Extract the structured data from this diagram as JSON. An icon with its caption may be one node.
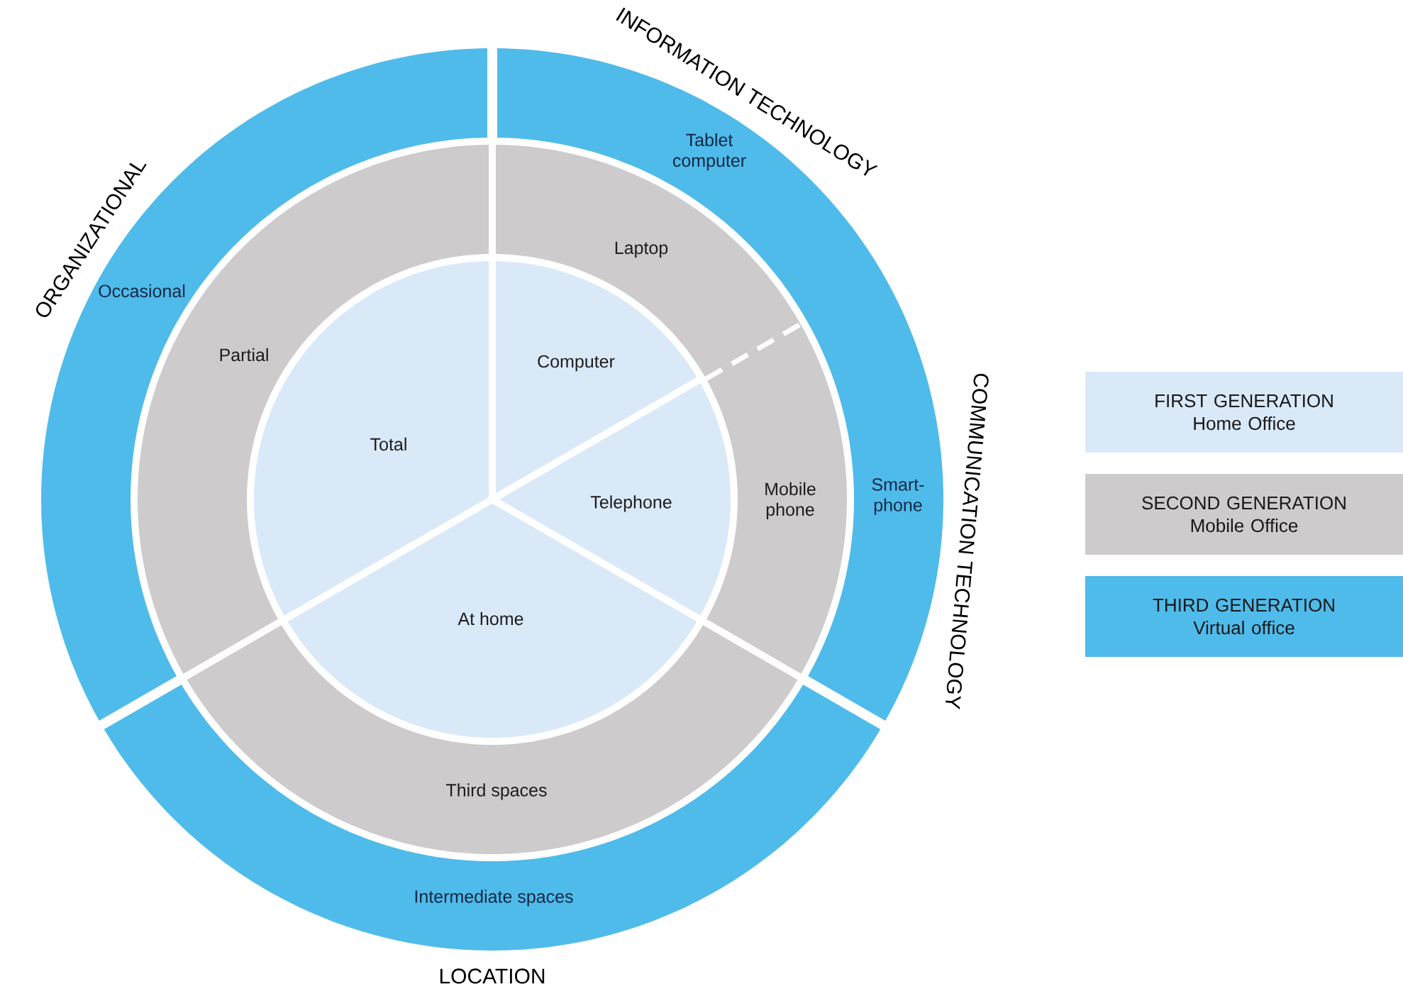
{
  "diagram": {
    "nodes": [
      {
        "text": [
          "ORGANIZATIONAL",
          "Occasional"
        ]
      },
      {
        "text": [
          "INFORMATION TECHNOLOGY",
          "Tablet computer",
          "COMMUNICATION TECHNOLOGY",
          "Smart-phone"
        ]
      },
      {
        "text": [
          "Intermediate spaces",
          "LOCATION"
        ]
      },
      {
        "text": [
          "Partial"
        ]
      },
      {
        "text": [
          "Laptop"
        ]
      },
      {
        "text": [
          "Mobile phone"
        ]
      },
      {
        "text": [
          "Third spaces"
        ]
      },
      {
        "text": [
          "Total"
        ]
      },
      {
        "text": [
          "Computer"
        ]
      },
      {
        "text": [
          "Telephone"
        ]
      },
      {
        "text": [
          "At home"
        ]
      }
    ],
    "legend": [
      {
        "text": "FIRST GENERATION Home Office",
        "color": "#dae9f8"
      },
      {
        "text": "SECOND GENERATION Mobile Office",
        "color": "#cdcbcb"
      },
      {
        "text": "THIRD GENERATION Virtual office",
        "color": "#4fbbea"
      }
    ]
  }
}
